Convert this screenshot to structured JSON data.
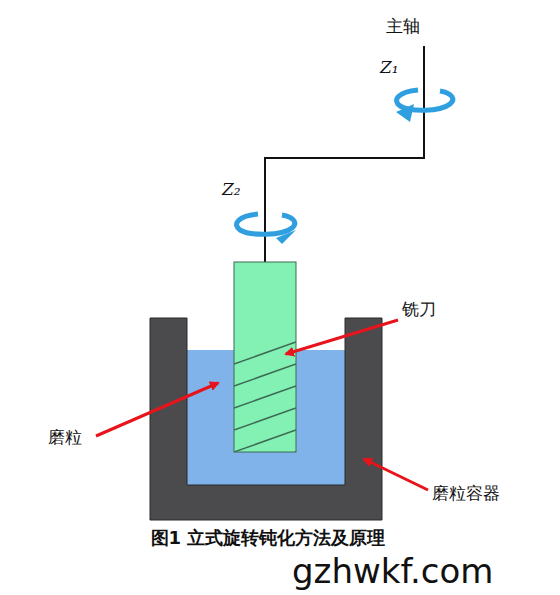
{
  "diagram": {
    "caption": "图1 立式旋转钝化方法及原理",
    "labels": [
      "主轴",
      "Z₁",
      "Z₂",
      "铣刀",
      "磨粒",
      "磨粒容器",
      "gzhwkf.com"
    ]
  }
}
